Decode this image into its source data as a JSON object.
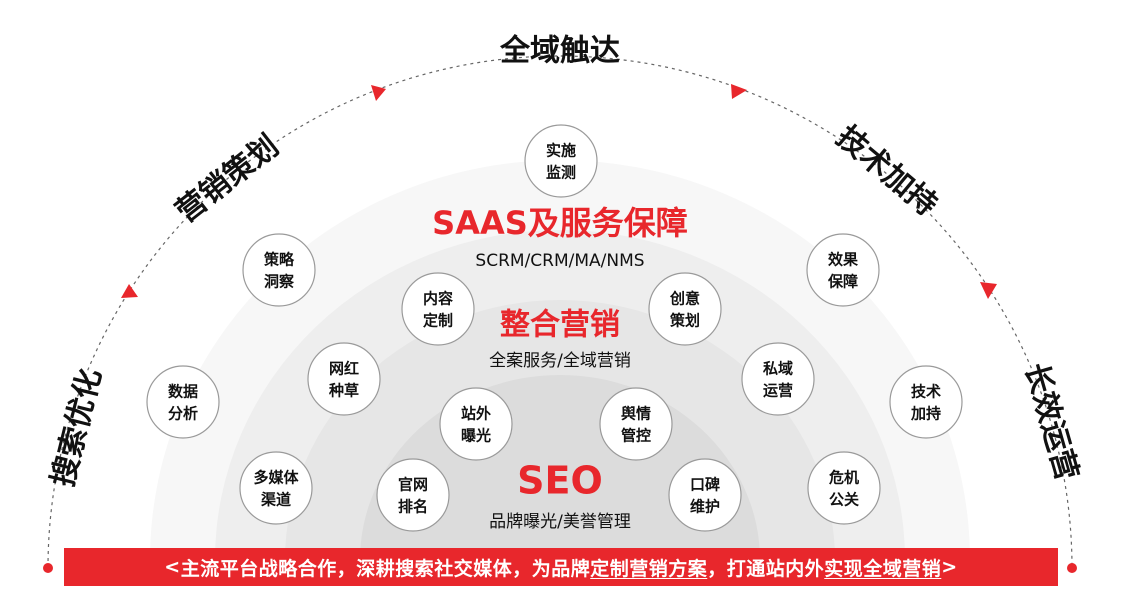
{
  "outer_labels": {
    "left_bottom": "搜索优化",
    "left_top": "营销策划",
    "top": "全域触达",
    "right_top": "技术加持",
    "right_bottom": "长效运营"
  },
  "tiers": {
    "saas": {
      "title": "SAAS及服务保障",
      "subtitle": "SCRM/CRM/MA/NMS"
    },
    "integrated": {
      "title": "整合营销",
      "subtitle": "全案服务/全域营销"
    },
    "seo": {
      "title": "SEO",
      "subtitle": "品牌曝光/美誉管理"
    }
  },
  "nodes": {
    "monitor": [
      "实施",
      "监测"
    ],
    "strategy": [
      "策略",
      "洞察"
    ],
    "effect": [
      "效果",
      "保障"
    ],
    "content": [
      "内容",
      "定制"
    ],
    "creative": [
      "创意",
      "策划"
    ],
    "influencer": [
      "网红",
      "种草"
    ],
    "private": [
      "私域",
      "运营"
    ],
    "data": [
      "数据",
      "分析"
    ],
    "tech": [
      "技术",
      "加持"
    ],
    "onsite": [
      "站外",
      "曝光"
    ],
    "opinion": [
      "舆情",
      "管控"
    ],
    "multimedia": [
      "多媒体",
      "渠道"
    ],
    "official": [
      "官网",
      "排名"
    ],
    "reputation": [
      "口碑",
      "维护"
    ],
    "crisis": [
      "危机",
      "公关"
    ]
  },
  "banner": {
    "open": "<",
    "part1": "主流平台战略合作，深耕搜索社交媒体，为品牌",
    "highlight1": "定制营销方案",
    "part2": "，打通站内外",
    "highlight2": "实现全域营销",
    "close": ">"
  },
  "colors": {
    "accent": "#e8272c",
    "ring_outer": "#f7f7f7",
    "ring_mid": "#eeeeee",
    "ring_inner": "#e3e3e3",
    "node_border": "#9a9a9a",
    "text_dark": "#111111"
  }
}
